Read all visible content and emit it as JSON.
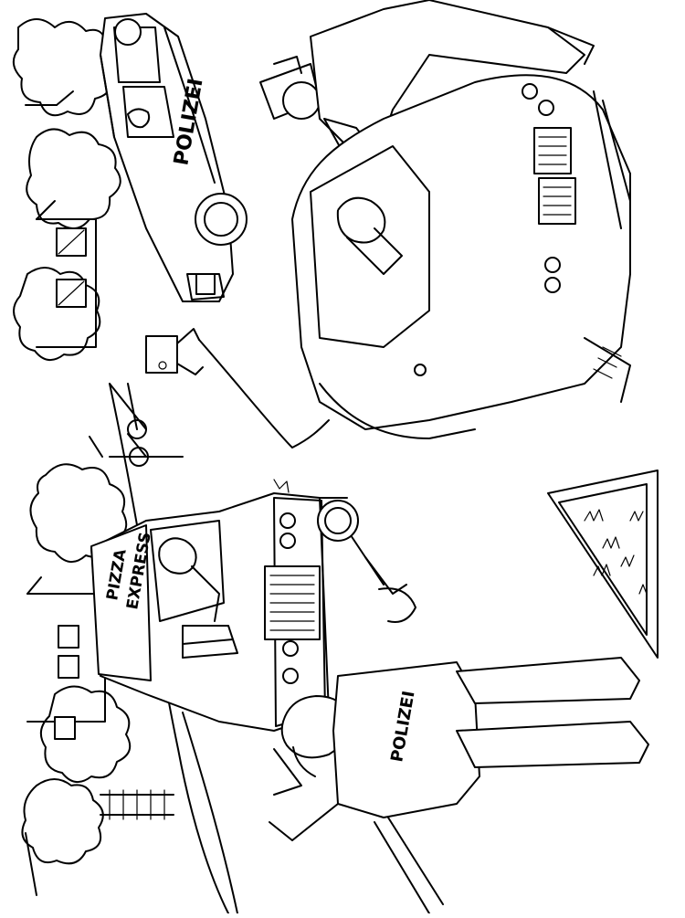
{
  "illustration": {
    "style": "black line-art coloring page",
    "rotation": "rotated 90 degrees clockwise",
    "colors": {
      "line": "#000000",
      "paper": "#ffffff"
    }
  },
  "labels": {
    "police_car_door": "POLIZEI",
    "officer_back": "POLIZEI",
    "pizza_sign_line1": "PIZZA",
    "pizza_sign_line2": "EXPRESS"
  }
}
